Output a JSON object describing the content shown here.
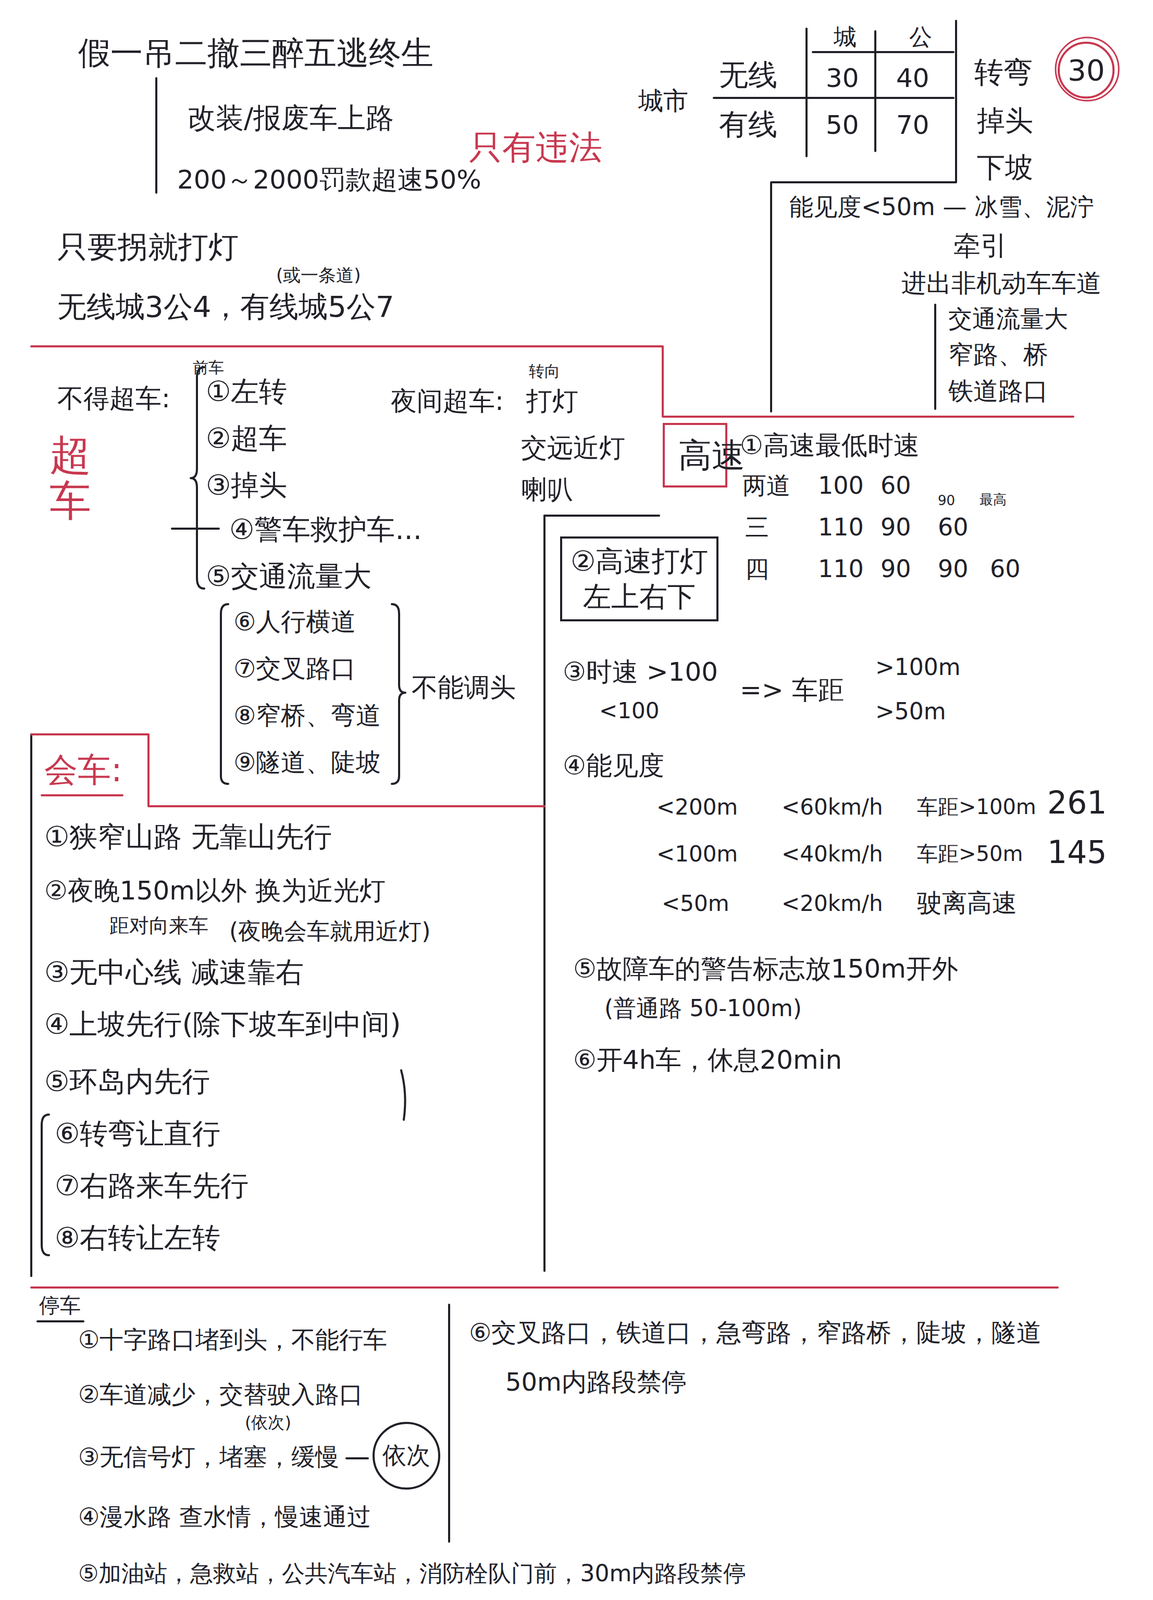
{
  "diagram": {
    "nodes": [
      {
        "text": [
          "30"
        ]
      },
      {
        "text": [
          "高速"
        ]
      },
      {
        "text": [
          "②高速打灯",
          "左上右下"
        ]
      },
      {
        "text": [
          "依次"
        ]
      }
    ],
    "labels": [
      "假一吊二撤三醉五逃终生",
      "改装/报废车上路",
      "200～2000罚款超速50%",
      "只有违法",
      "只要拐就打灯",
      "(或一条道)",
      "无线城3公4，有线城5公7",
      "城",
      "公",
      "城市",
      "无线",
      "30",
      "40",
      "有线",
      "50",
      "70",
      "转弯",
      "掉头",
      "下坡",
      "能见度<50m — 冰雪、泥泞",
      "牵引",
      "进出非机动车车道",
      "交通流量大",
      "窄路、桥",
      "铁道路口",
      "前车",
      "不得超车:",
      "超车",
      "①左转",
      "②超车",
      "③掉头",
      "④警车救护车...",
      "⑤交通流量大",
      "⑥人行横道",
      "⑦交叉路口",
      "⑧窄桥、弯道",
      "⑨隧道、陡坡",
      "不能调头",
      "夜间超车:",
      "转向",
      "打灯",
      "交远近灯",
      "喇叭",
      "①高速最低时速",
      "两道",
      "100",
      "60",
      "三",
      "110",
      "90",
      "90",
      "最高",
      "60",
      "四",
      "110",
      "90",
      "90",
      "60",
      "③时速 >100",
      "<100",
      "=> 车距",
      ">100m",
      ">50m",
      "④能见度",
      "<200m",
      "<60km/h",
      "车距>100m",
      "261",
      "<100m",
      "<40km/h",
      "车距>50m",
      "145",
      "<50m",
      "<20km/h",
      "驶离高速",
      "⑤故障车的警告标志放150m开外",
      "(普通路 50-100m)",
      "⑥开4h车，休息20min",
      "会车:",
      "①狭窄山路 无靠山先行",
      "②夜晚150m以外 换为近光灯",
      "距对向来车",
      "(夜晚会车就用近灯)",
      "③无中心线 减速靠右",
      "④上坡先行(除下坡车到中间)",
      "⑤环岛内先行",
      "⑥转弯让直行",
      "⑦右路来车先行",
      "⑧右转让左转",
      "停车",
      "①十字路口堵到头，不能行车",
      "②车道减少，交替驶入路口",
      "(依次)",
      "③无信号灯，堵塞，缓慢",
      "④漫水路 查水情，慢速通过",
      "⑤加油站，急救站，公共汽车站，消防栓队门前，30m内路段禁停",
      "⑥交叉路口，铁道口，急弯路，窄路桥，陡坡，隧道",
      "50m内路段禁停"
    ]
  }
}
